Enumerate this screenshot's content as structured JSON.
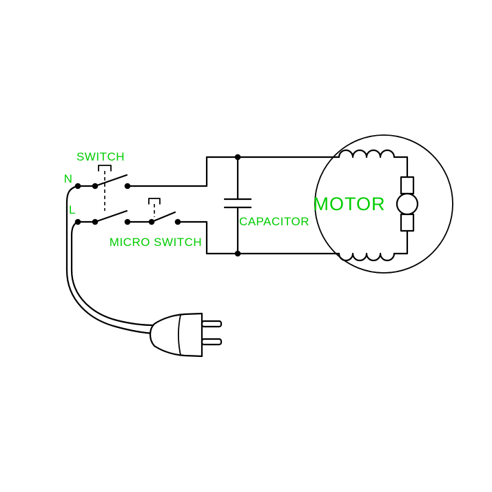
{
  "diagram": {
    "type": "electrical-wiring-schematic",
    "labels": {
      "switch": "SWITCH",
      "n": "N",
      "l": "L",
      "micro_switch": "MICRO SWITCH",
      "capacitor": "CAPACITOR",
      "motor": "MOTOR"
    },
    "colors": {
      "label": "#00cc00",
      "wire": "#000000",
      "background": "#ffffff"
    }
  }
}
